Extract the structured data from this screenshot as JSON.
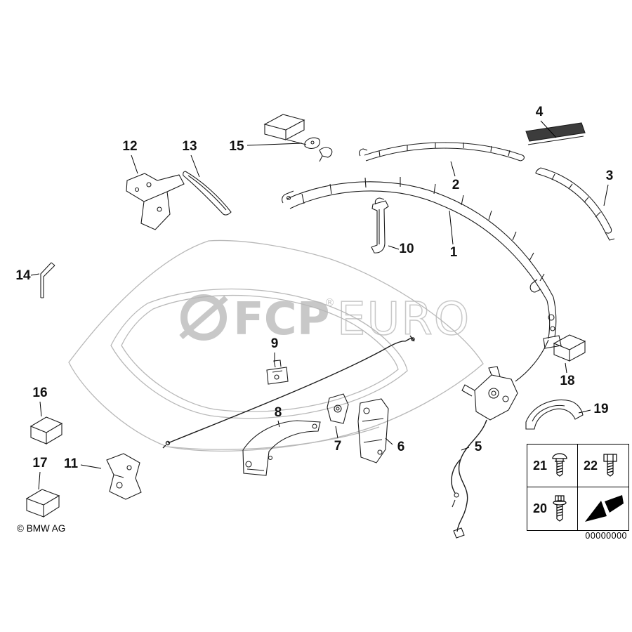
{
  "watermark": {
    "fcp": "FCP",
    "reg": "®",
    "euro": "EURO"
  },
  "footer": {
    "copyright": "© BMW AG",
    "part_number": "00000000"
  },
  "callouts": {
    "c1": "1",
    "c2": "2",
    "c3": "3",
    "c4": "4",
    "c5": "5",
    "c6": "6",
    "c7": "7",
    "c8": "8",
    "c9": "9",
    "c10": "10",
    "c11": "11",
    "c12": "12",
    "c13": "13",
    "c14": "14",
    "c15": "15",
    "c16": "16",
    "c17": "17",
    "c18": "18",
    "c19": "19"
  },
  "table": {
    "c20": "20",
    "c21": "21",
    "c22": "22",
    "icons": {
      "item21": "oval-head-screw-icon",
      "item22": "socket-head-bolt-icon",
      "item20": "hex-bolt-icon",
      "arrow": "continuation-arrow-icon"
    }
  },
  "colors": {
    "line": "#1c1c1c",
    "shell": "#b8b8b8",
    "watermark": "#c8c8c8"
  }
}
